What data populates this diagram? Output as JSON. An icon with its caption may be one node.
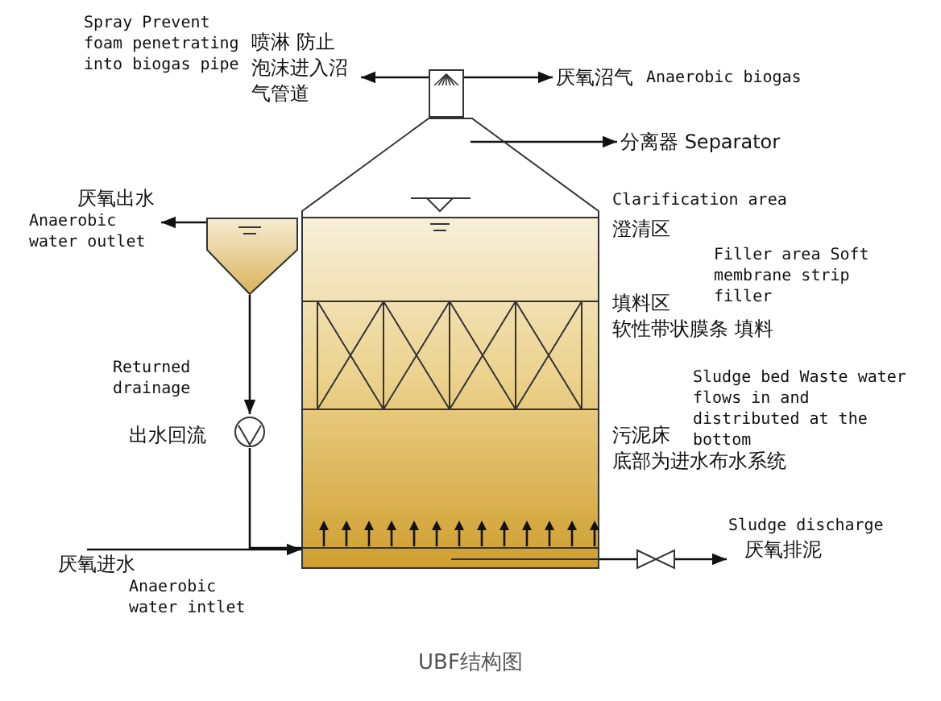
{
  "diagram": {
    "caption": "UBF结构图",
    "nodes": [
      {
        "text": [
          "Spray Prevent foam penetrating into biogas pipe",
          "喷淋 防止泡沫进入沼气管道"
        ]
      },
      {
        "text": [],
        "shape": "box"
      },
      {
        "text": [
          "厌氧沼气",
          "Anaerobic biogas"
        ]
      },
      {
        "text": [
          "分离器 Separator"
        ]
      },
      {
        "text": [
          "厌氧出水",
          "Anaerobic water outlet"
        ]
      },
      {
        "text": [],
        "shape": "box"
      },
      {
        "text": [],
        "shape": "circle"
      },
      {
        "text": [],
        "shape": "picture"
      },
      {
        "text": [
          "厌氧进水",
          "Anaerobic water intlet"
        ]
      },
      {
        "text": [],
        "shape": "valve"
      },
      {
        "text": [
          "Sludge discharge",
          "厌氧排泥"
        ]
      }
    ],
    "edges": [
      {
        "from": 1,
        "to": 0,
        "arrow": "to"
      },
      {
        "from": 1,
        "to": 2,
        "arrow": "to"
      },
      {
        "from": 7,
        "to": 3,
        "arrow": "to"
      },
      {
        "from": 5,
        "to": 4,
        "arrow": "to"
      },
      {
        "from": 5,
        "to": 6,
        "arrow": "to"
      },
      {
        "from": 6,
        "to": 7,
        "arrow": "none"
      },
      {
        "from": 8,
        "to": 7,
        "arrow": "to"
      },
      {
        "from": 7,
        "to": 9,
        "arrow": "none"
      },
      {
        "from": 9,
        "to": 10,
        "arrow": "to"
      }
    ],
    "labels": [
      "Returned drainage",
      "出水回流",
      "Clarification area",
      "澄清区",
      "Filler area Soft membrane strip filler",
      "填料区",
      "软性带状膜条 填料",
      "Sludge bed Waste water flows in and distributed at the bottom",
      "污泥床",
      "底部为进水布水系统"
    ]
  }
}
